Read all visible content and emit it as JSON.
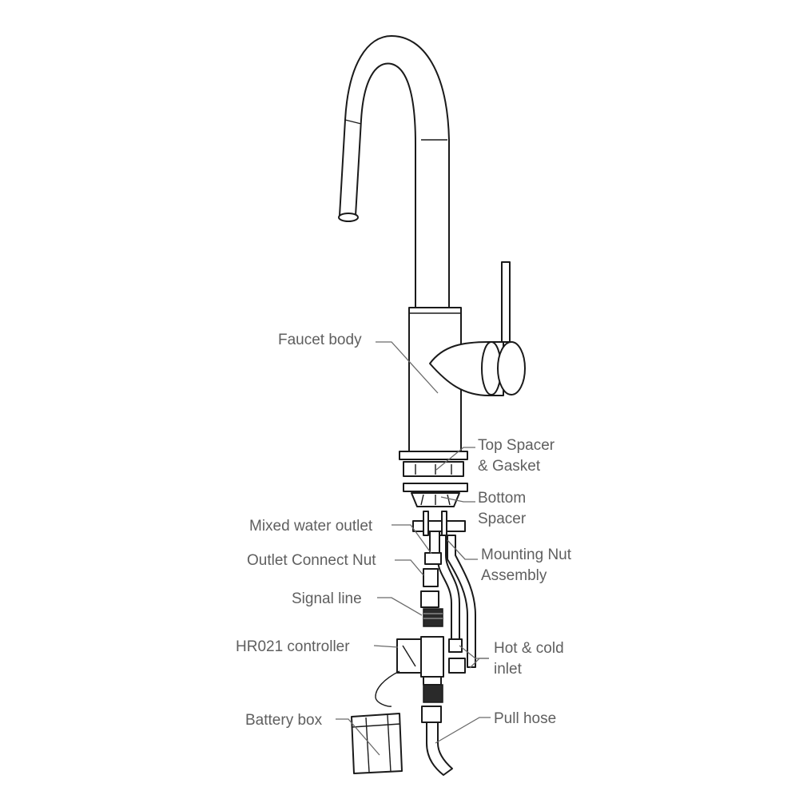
{
  "labels": {
    "faucet_body": "Faucet body",
    "top_spacer_1": "Top Spacer",
    "top_spacer_2": "& Gasket",
    "bottom_spacer_1": "Bottom",
    "bottom_spacer_2": "Spacer",
    "mixed_water_outlet": "Mixed water outlet",
    "mounting_nut_1": "Mounting Nut",
    "mounting_nut_2": "Assembly",
    "outlet_connect_nut": "Outlet Connect Nut",
    "signal_line": "Signal line",
    "hr021_controller": "HR021 controller",
    "hot_cold_1": "Hot & cold",
    "hot_cold_2": "inlet",
    "battery_box": "Battery box",
    "pull_hose": "Pull hose"
  },
  "colors": {
    "line": "#1a1a1a",
    "label": "#5f5f5f",
    "background": "#ffffff"
  }
}
